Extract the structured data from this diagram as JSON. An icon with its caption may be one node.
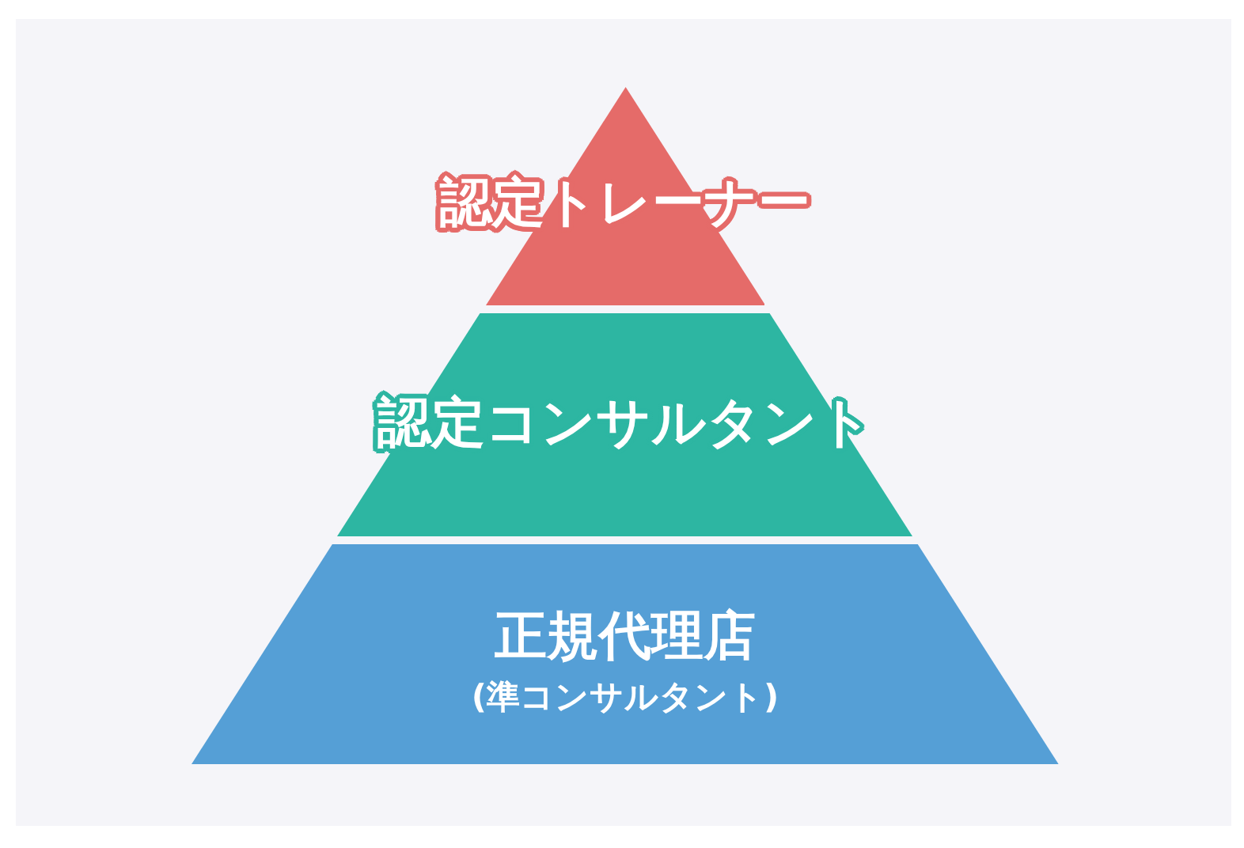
{
  "diagram": {
    "nodes": [
      {
        "text": [
          "認定トレーナー"
        ]
      },
      {
        "text": [
          "認定コンサルタント"
        ]
      },
      {
        "text": [
          "正規代理店",
          "(準コンサルタント)"
        ]
      }
    ]
  }
}
